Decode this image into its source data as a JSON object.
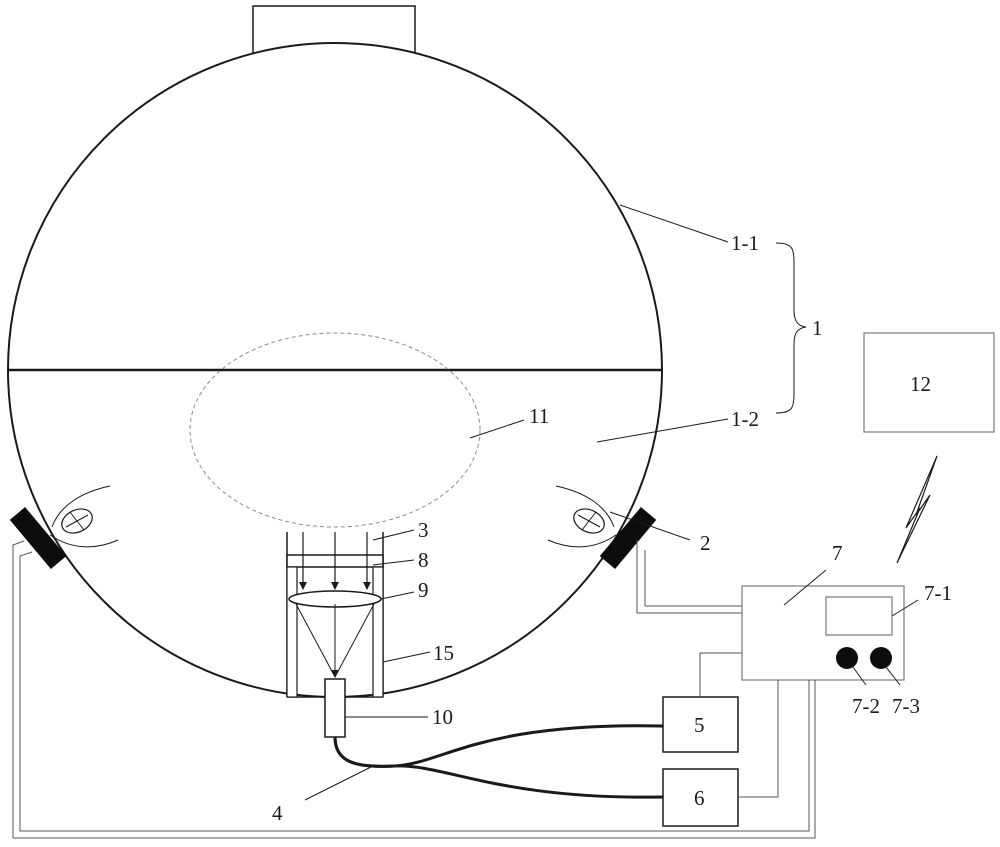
{
  "labels": {
    "sphere_upper": "1-1",
    "sphere_lower": "1-2",
    "sphere": "1",
    "lamp": "2",
    "baffle_tube": "3",
    "fiber": "4",
    "unit_5": "5",
    "unit_6": "6",
    "controller": "7",
    "display": "7-1",
    "knob_left": "7-2",
    "knob_right": "7-3",
    "filter": "8",
    "lens": "9",
    "probe": "10",
    "sample_zone": "11",
    "remote_terminal": "12",
    "housing": "15"
  },
  "colors": {
    "line": "#1a1a1a",
    "dashed": "#8a8a8a",
    "box_light": "#7a7a7a",
    "knob": "#0d0d0d",
    "background": "#ffffff"
  }
}
